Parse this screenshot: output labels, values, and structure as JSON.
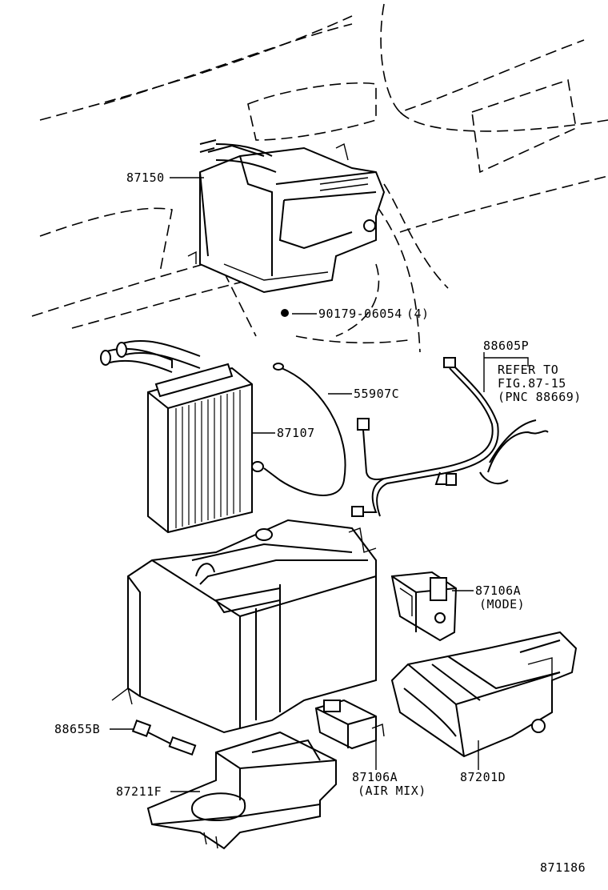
{
  "labels": {
    "p87150": "87150",
    "p90179": "90179-06054",
    "p90179_qty": "(4)",
    "p88605p": "88605P",
    "refer_1": "REFER TO",
    "refer_2": "FIG.87-15",
    "refer_3": "(PNC 88669)",
    "p55907c": "55907C",
    "p87107": "87107",
    "p87106a_mode": "87106A",
    "mode_sub": "(MODE)",
    "p88655b": "88655B",
    "p87211f": "87211F",
    "p87106a_airmix": "87106A",
    "airmix_sub": "(AIR MIX)",
    "p87201d": "87201D",
    "figure_no": "871186"
  }
}
